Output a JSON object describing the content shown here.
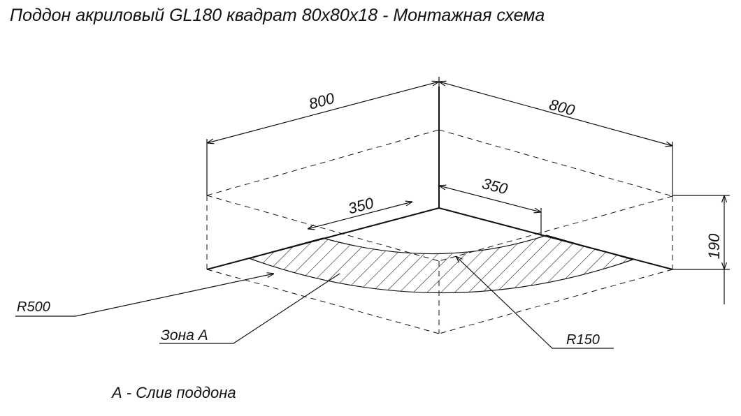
{
  "title": "Поддон акриловый  GL180 квадрат 80х80х18 - Монтажная схема",
  "dimensions": {
    "width_left": "800",
    "width_right": "800",
    "offset_left": "350",
    "offset_right": "350",
    "height": "190"
  },
  "labels": {
    "radius_large": "R500",
    "radius_small": "R150",
    "zone": "Зона А"
  },
  "note": "А - Слив поддона"
}
